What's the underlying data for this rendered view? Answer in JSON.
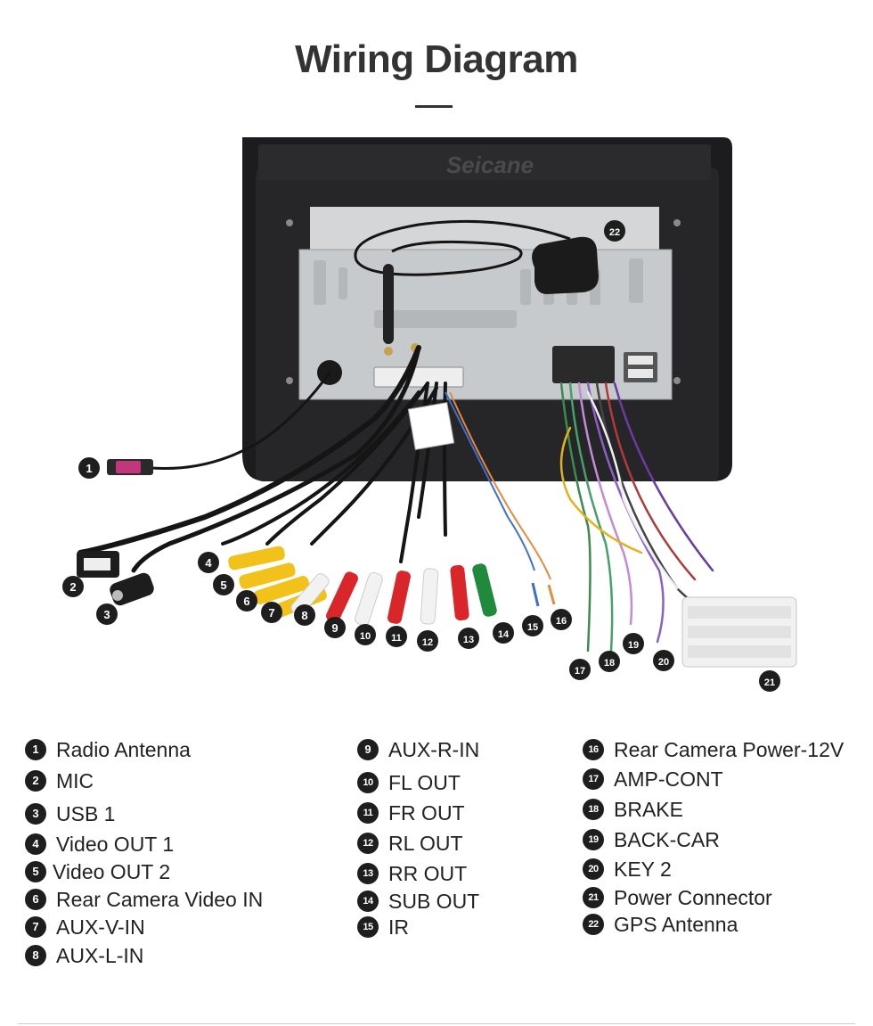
{
  "title": "Wiring Diagram",
  "watermark": "Seicane",
  "items": [
    {
      "num": "1",
      "label": "Radio Antenna"
    },
    {
      "num": "2",
      "label": "MIC"
    },
    {
      "num": "3",
      "label": "USB 1"
    },
    {
      "num": "4",
      "label": "Video OUT 1"
    },
    {
      "num": "5",
      "label": "Video OUT 2"
    },
    {
      "num": "6",
      "label": "Rear Camera Video IN"
    },
    {
      "num": "7",
      "label": "AUX-V-IN"
    },
    {
      "num": "8",
      "label": "AUX-L-IN"
    },
    {
      "num": "9",
      "label": "AUX-R-IN"
    },
    {
      "num": "10",
      "label": "FL OUT"
    },
    {
      "num": "11",
      "label": "FR OUT"
    },
    {
      "num": "12",
      "label": "RL OUT"
    },
    {
      "num": "13",
      "label": "RR OUT"
    },
    {
      "num": "14",
      "label": "SUB OUT"
    },
    {
      "num": "15",
      "label": "IR"
    },
    {
      "num": "16",
      "label": "Rear Camera Power-12V"
    },
    {
      "num": "17",
      "label": "AMP-CONT"
    },
    {
      "num": "18",
      "label": "BRAKE"
    },
    {
      "num": "19",
      "label": "BACK-CAR"
    },
    {
      "num": "20",
      "label": "KEY 2"
    },
    {
      "num": "21",
      "label": "Power Connector"
    },
    {
      "num": "22",
      "label": "GPS Antenna"
    }
  ],
  "colors": {
    "panel": "#1c1c1e",
    "chassis": "#c9ccd0",
    "cable": "#151515",
    "rca_yellow": "#f2c21b",
    "rca_white": "#f2f2f2",
    "rca_red": "#d9262b",
    "rca_green": "#1f8a3b",
    "badge": "#1e1e1e"
  }
}
